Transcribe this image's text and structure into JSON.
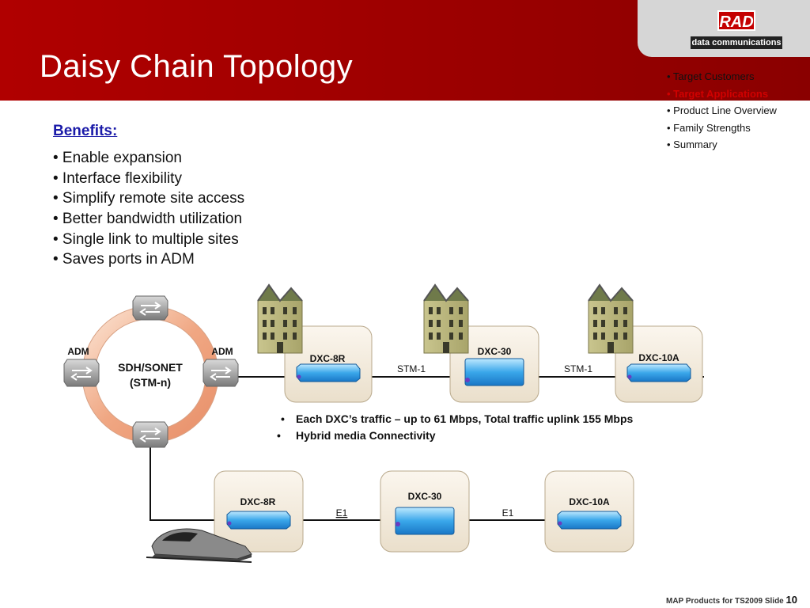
{
  "slide": {
    "title": "Daisy Chain Topology",
    "footer_text": "MAP Products for TS2009  Slide",
    "slide_number": "10"
  },
  "logo": {
    "brand": "RAD",
    "tagline": "data communications",
    "accent": "#c40000"
  },
  "nav": {
    "items": [
      {
        "label": "• Target Customers",
        "active": false
      },
      {
        "label": "• Target Applications",
        "active": true
      },
      {
        "label": "• Product Line Overview",
        "active": false
      },
      {
        "label": "• Family Strengths",
        "active": false
      },
      {
        "label": "• Summary",
        "active": false
      }
    ]
  },
  "benefits": {
    "title": "Benefits:",
    "items": [
      "• Enable expansion",
      "• Interface flexibility",
      "• Simplify remote site access",
      "• Better bandwidth utilization",
      "• Single link to multiple sites",
      "• Saves ports in ADM"
    ]
  },
  "diagram": {
    "ring_label_line1": "SDH/SONET",
    "ring_label_line2": "(STM-n)",
    "adm_left": "ADM",
    "adm_right": "ADM",
    "top_chain": {
      "devices": [
        "DXC-8R",
        "DXC-30",
        "DXC-10A"
      ],
      "links": [
        "STM-1",
        "STM-1"
      ]
    },
    "bottom_chain": {
      "devices": [
        "DXC-8R",
        "DXC-30",
        "DXC-10A"
      ],
      "links": [
        "E1",
        "E1"
      ]
    },
    "notes": [
      "Each DXC’s traffic – up to 61 Mbps, Total traffic uplink 155 Mbps",
      "Hybrid media Connectivity"
    ]
  },
  "colors": {
    "header": "#a00000",
    "active_nav": "#d00000",
    "benefits_title": "#1a1aa8"
  }
}
